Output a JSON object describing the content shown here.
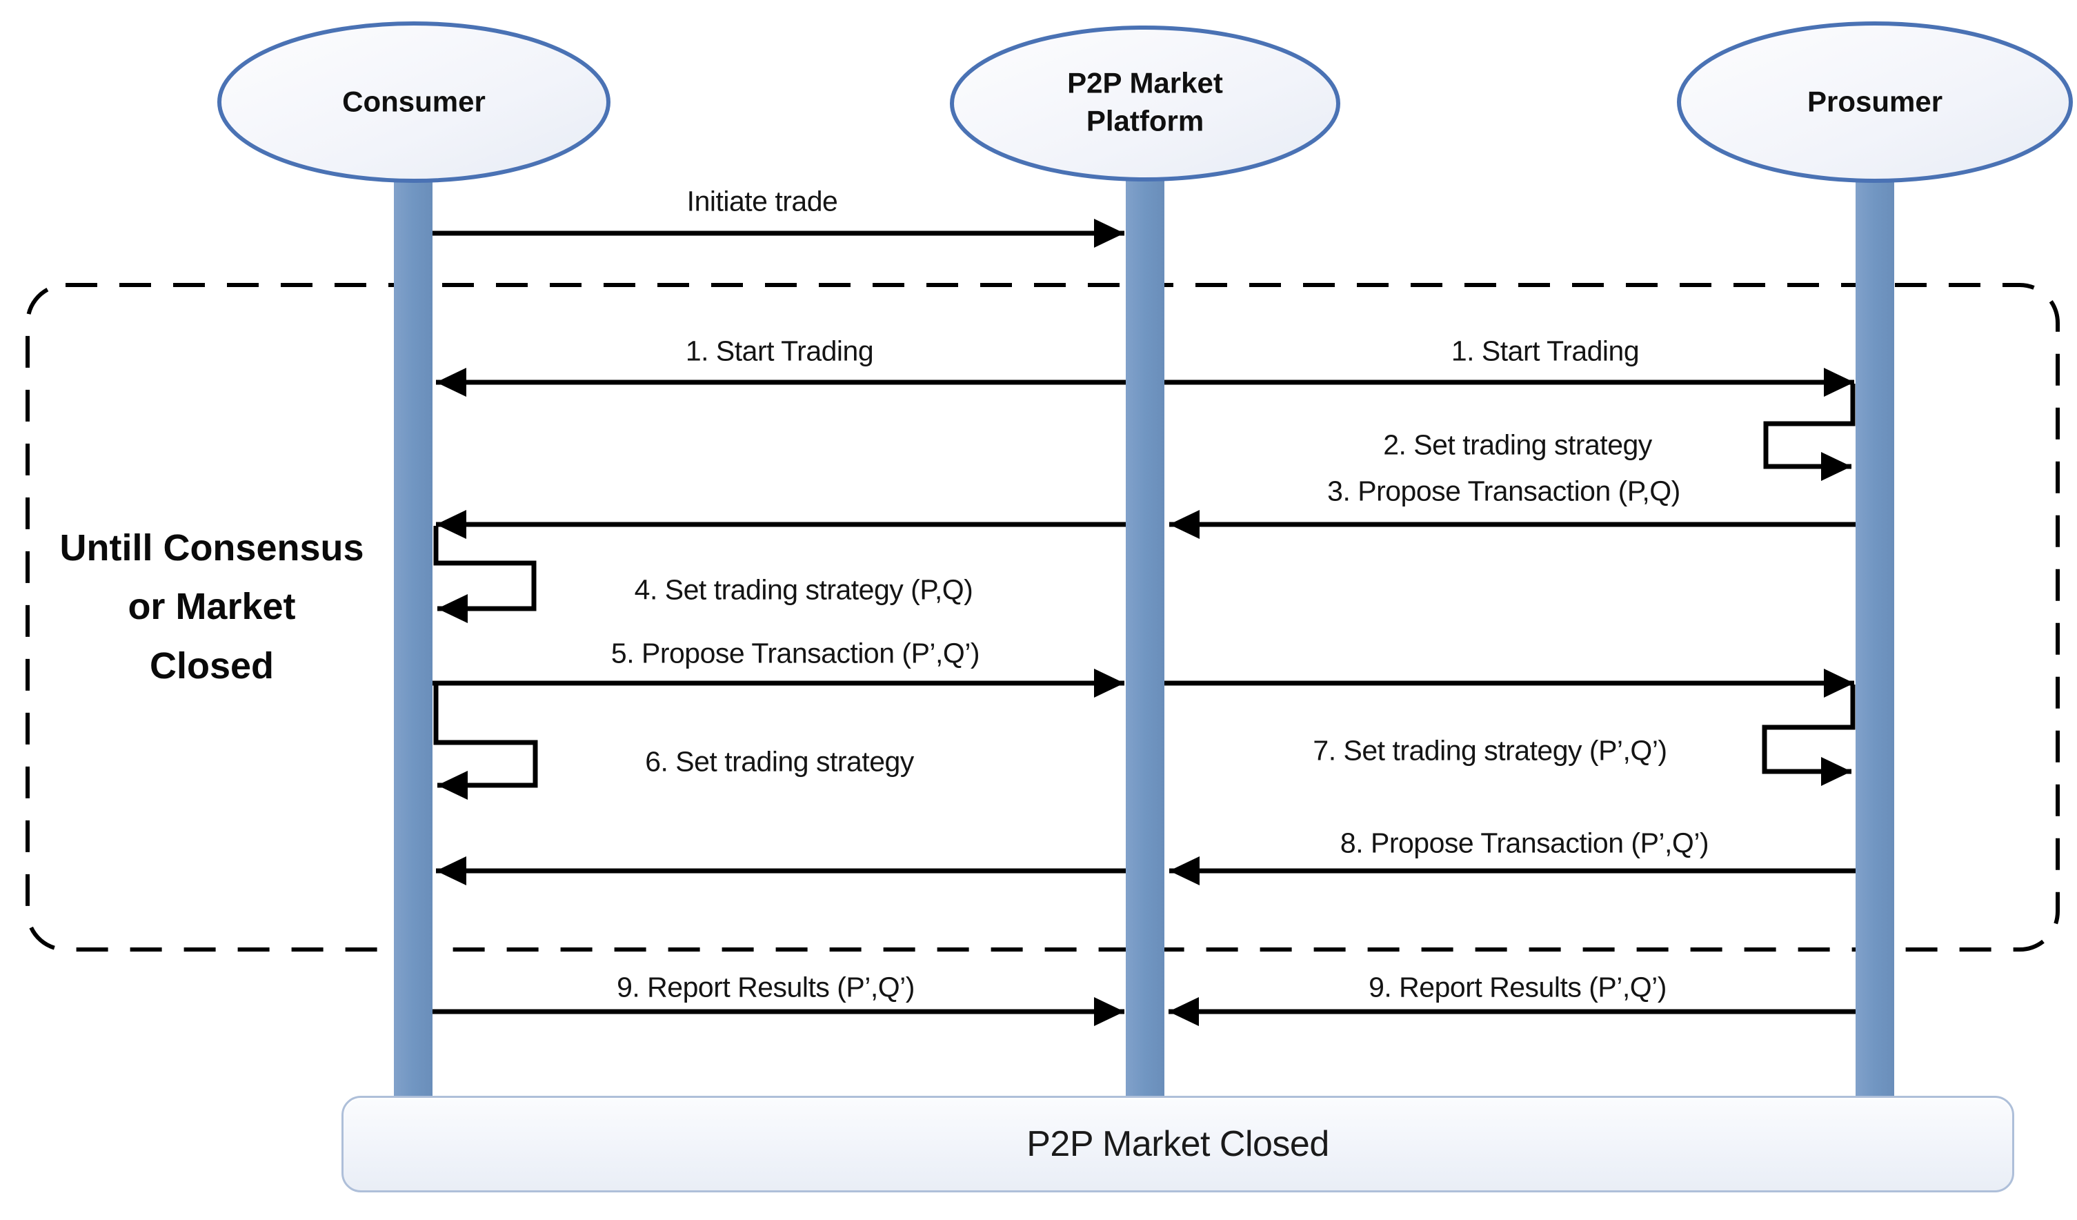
{
  "diagram": {
    "actors": [
      {
        "label": "Consumer"
      },
      {
        "label": "P2P Market\nPlatform"
      },
      {
        "label": "Prosumer"
      }
    ],
    "messages": {
      "initiate_trade": "Initiate trade",
      "m1_left": "1. Start Trading",
      "m1_right": "1. Start Trading",
      "m2": "2. Set trading strategy",
      "m3": "3. Propose Transaction (P,Q)",
      "m4": "4. Set trading strategy (P,Q)",
      "m5": "5. Propose Transaction (P’,Q’)",
      "m6": "6. Set trading strategy",
      "m7": "7. Set trading strategy (P’,Q’)",
      "m8": "8. Propose Transaction (P’,Q’)",
      "m9_left": "9. Report Results (P’,Q’)",
      "m9_right": "9. Report Results (P’,Q’)"
    },
    "loop_condition": "Untill Consensus\nor Market\nClosed",
    "footer": "P2P Market Closed",
    "colors": {
      "lifeline": "#6f94c0",
      "ellipse_border": "#4a72b4",
      "arrow": "#000000",
      "dashed_box": "#000000",
      "footer_border": "#aebfd9",
      "text": "#141414"
    }
  }
}
